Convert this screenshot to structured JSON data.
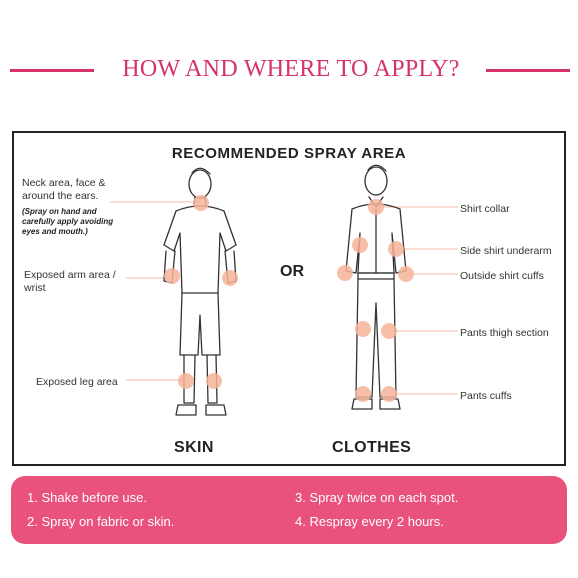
{
  "header": {
    "title": "HOW AND WHERE TO APPLY?"
  },
  "guide": {
    "title": "RECOMMENDED SPRAY AREA",
    "or_label": "OR",
    "skin_label": "SKIN",
    "clothes_label": "CLOTHES",
    "skin_notes": {
      "neck_line1": "Neck area, face &",
      "neck_line2": "around the ears.",
      "neck_caution_line1": "(Spray on hand and",
      "neck_caution_line2": "carefully apply avoiding",
      "neck_caution_line3": "eyes and mouth.)",
      "arm_line1": "Exposed arm area /",
      "arm_line2": "wrist",
      "leg": "Exposed leg area"
    },
    "clothes_notes": {
      "collar": "Shirt collar",
      "underarm": "Side shirt underarm",
      "cuffs": "Outside shirt cuffs",
      "thigh": "Pants thigh section",
      "pants_cuffs": "Pants cuffs"
    },
    "colors": {
      "spot": "#f6b49a",
      "accent": "#d6336c"
    }
  },
  "steps": [
    "1. Shake before use.",
    "2. Spray on fabric or skin.",
    "3. Spray twice on each spot.",
    "4. Respray every 2 hours."
  ]
}
